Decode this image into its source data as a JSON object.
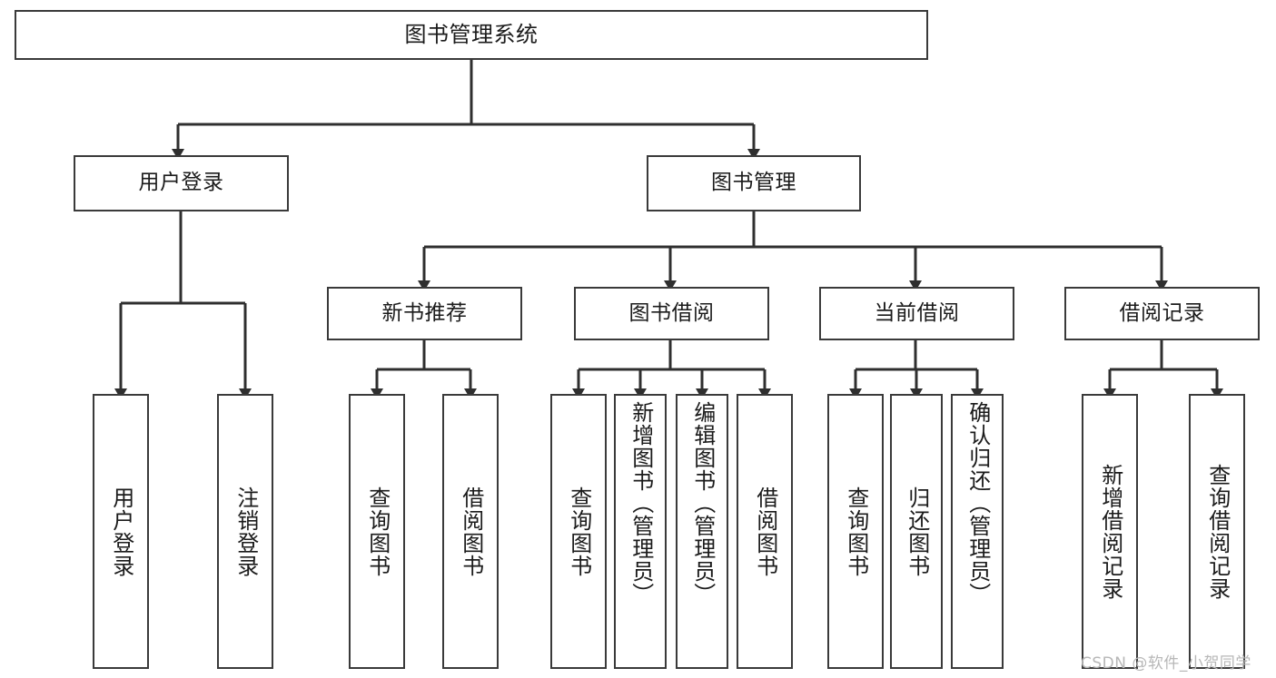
{
  "diagram": {
    "type": "tree-hierarchy-chart",
    "title": "图书管理系统",
    "stroke_color": "#3a3a3a",
    "text_color": "#1b1b1b",
    "background": "#ffffff",
    "nodes": {
      "root": {
        "label": "图书管理系统",
        "level": 0
      },
      "level1": [
        {
          "id": "user-login",
          "label": "用户登录"
        },
        {
          "id": "book-manage",
          "label": "图书管理"
        }
      ],
      "level2": [
        {
          "id": "new-book-recommend",
          "label": "新书推荐",
          "parent": "book-manage"
        },
        {
          "id": "book-borrow",
          "label": "图书借阅",
          "parent": "book-manage"
        },
        {
          "id": "current-borrow",
          "label": "当前借阅",
          "parent": "book-manage"
        },
        {
          "id": "borrow-record",
          "label": "借阅记录",
          "parent": "book-manage"
        }
      ],
      "leaves": [
        {
          "id": "leaf-user-login",
          "label": "用户登录",
          "parent": "user-login"
        },
        {
          "id": "leaf-logout",
          "label": "注销登录",
          "parent": "user-login"
        },
        {
          "id": "leaf-query-book-1",
          "label": "查询图书",
          "parent": "new-book-recommend"
        },
        {
          "id": "leaf-borrow-book-1",
          "label": "借阅图书",
          "parent": "new-book-recommend"
        },
        {
          "id": "leaf-query-book-2",
          "label": "查询图书",
          "parent": "book-borrow"
        },
        {
          "id": "leaf-add-book",
          "label": "新增图书（管理员）",
          "parent": "book-borrow"
        },
        {
          "id": "leaf-edit-book",
          "label": "编辑图书（管理员）",
          "parent": "book-borrow"
        },
        {
          "id": "leaf-borrow-book-2",
          "label": "借阅图书",
          "parent": "book-borrow"
        },
        {
          "id": "leaf-query-book-3",
          "label": "查询图书",
          "parent": "current-borrow"
        },
        {
          "id": "leaf-return-book",
          "label": "归还图书",
          "parent": "current-borrow"
        },
        {
          "id": "leaf-confirm-return",
          "label": "确认归还（管理员）",
          "parent": "current-borrow"
        },
        {
          "id": "leaf-add-record",
          "label": "新增借阅记录",
          "parent": "borrow-record"
        },
        {
          "id": "leaf-query-record",
          "label": "查询借阅记录",
          "parent": "borrow-record"
        }
      ]
    },
    "watermark": "CSDN @软件_小贺同学"
  }
}
